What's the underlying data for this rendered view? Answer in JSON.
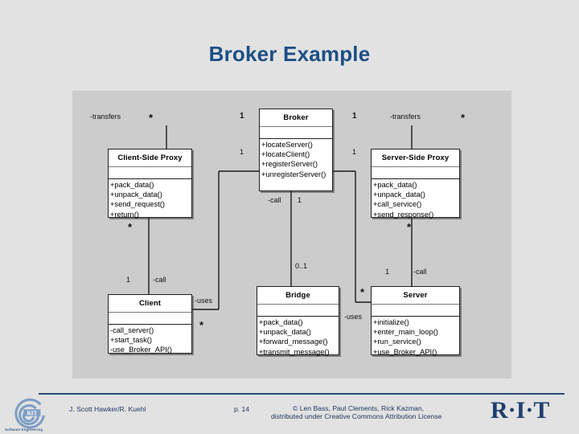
{
  "slide": {
    "title": "Broker Example",
    "title_color": "#1c4f85",
    "canvas_bg": "#cccccc",
    "slide_bg": "#e2e2e2"
  },
  "diagram": {
    "type": "uml-class-diagram",
    "classes": [
      {
        "id": "client-side-proxy",
        "name": "Client-Side Proxy",
        "attributes": [],
        "operations": [
          "+pack_data()",
          "+unpack_data()",
          "+send_request()",
          "+return()"
        ]
      },
      {
        "id": "broker",
        "name": "Broker",
        "attributes": [],
        "operations": [
          "+locateServer()",
          "+locateClient()",
          "+registerServer()",
          "+unregisterServer()"
        ]
      },
      {
        "id": "server-side-proxy",
        "name": "Server-Side Proxy",
        "attributes": [],
        "operations": [
          "+pack_data()",
          "+unpack_data()",
          "+call_service()",
          "+send_response()"
        ]
      },
      {
        "id": "client",
        "name": "Client",
        "attributes": [],
        "operations": [
          "-call_server()",
          "+start_task()",
          "-use_Broker_API()"
        ]
      },
      {
        "id": "bridge",
        "name": "Bridge",
        "attributes": [],
        "operations": [
          "+pack_data()",
          "+unpack_data()",
          "+forward_message()",
          "+transmit_message()"
        ]
      },
      {
        "id": "server",
        "name": "Server",
        "attributes": [],
        "operations": [
          "+initialize()",
          "+enter_main_loop()",
          "+run_service()",
          "+use_Broker_API()"
        ]
      }
    ],
    "labels": {
      "transfers_left_role": "-transfers",
      "transfers_left_mult": "*",
      "broker_left_mult_top": "1",
      "broker_left_mult_mid": "1",
      "transfers_right_role": "-transfers",
      "transfers_right_mult": "*",
      "broker_right_mult_top": "1",
      "broker_right_mult_mid": "1",
      "broker_bridge_role": "-call",
      "broker_bridge_mult_top": "1",
      "broker_bridge_mult_bottom": "0..1",
      "client_proxy_mult": "*",
      "client_mult": "1",
      "client_call_role": "-call",
      "client_uses_role": "-uses",
      "client_uses_mult": "*",
      "server_proxy_mult": "*",
      "server_mult": "1",
      "server_call_role": "-call",
      "server_uses_role": "-uses",
      "server_uses_mult": "*"
    }
  },
  "footer": {
    "author": "J. Scott Hawker/R. Kuehl",
    "page": "p. 14",
    "copyright_line1": "© Len Bass, Paul Clements, Rick Kazman,",
    "copyright_line2": "distributed under Creative Commons Attribution License",
    "wordmark": "R·I·T",
    "logo_caption": "Software Engineering",
    "logo_text": "RIT",
    "accent_color": "#203864"
  }
}
